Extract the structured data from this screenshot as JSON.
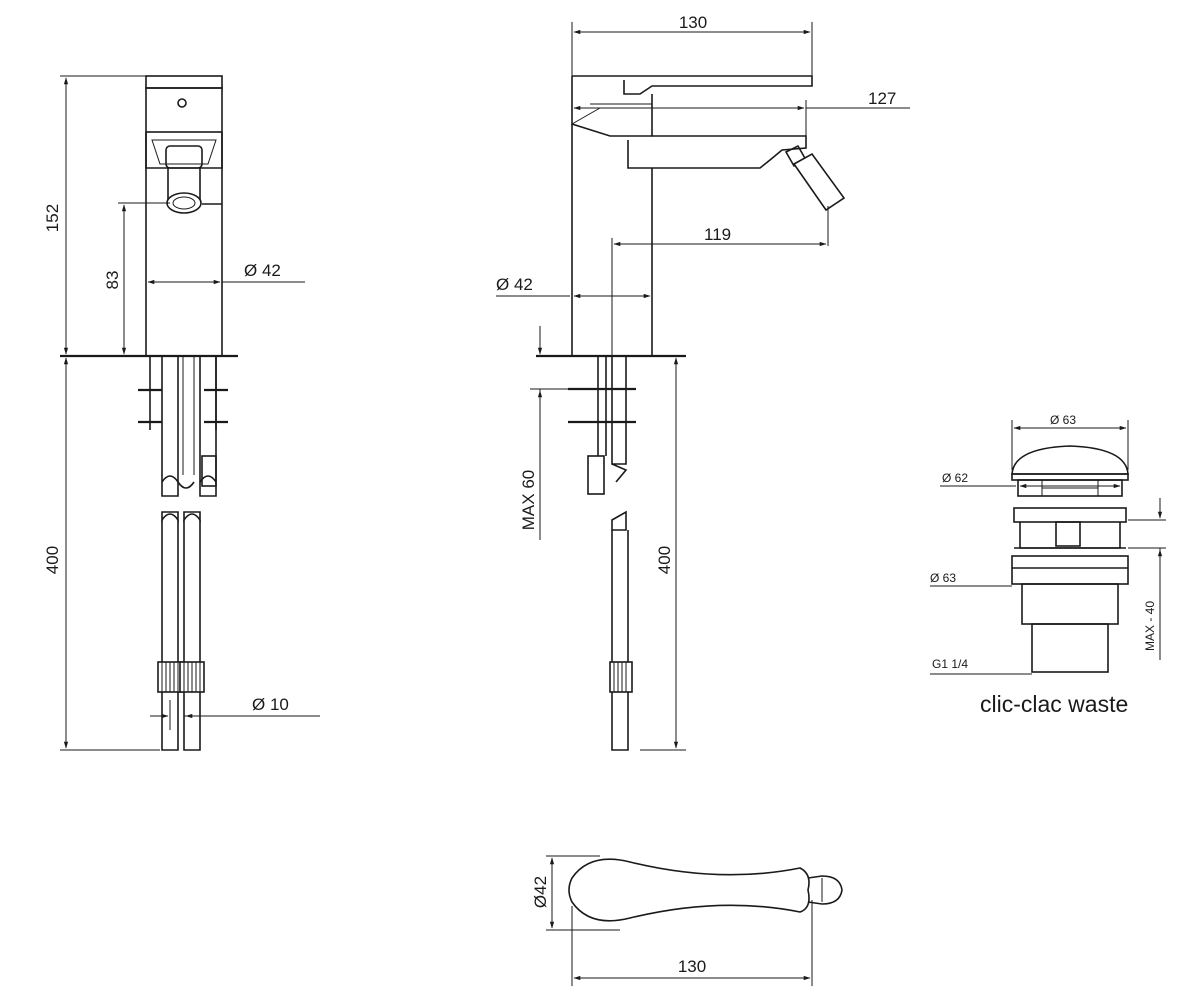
{
  "colors": {
    "line": "#1a1a1a",
    "background": "#ffffff"
  },
  "front_view": {
    "height": "152",
    "lever_height": "83",
    "body_diameter": "Ø  42",
    "hose_length": "400",
    "hose_diameter": "Ø  10"
  },
  "side_view": {
    "width_top": "130",
    "spout_reach": "127",
    "spout_offset": "119",
    "body_diameter": "Ø  42",
    "max_thickness": "MAX 60",
    "hose_length": "400"
  },
  "waste": {
    "cap_diameter": "Ø  63",
    "seat_diameter": "Ø  62",
    "flange_diameter": "Ø  63",
    "max_thickness": "MAX - 40",
    "thread": "G1 1/4",
    "caption": "clic-clac waste"
  },
  "top_view": {
    "diameter": "Ø42",
    "length": "130"
  }
}
